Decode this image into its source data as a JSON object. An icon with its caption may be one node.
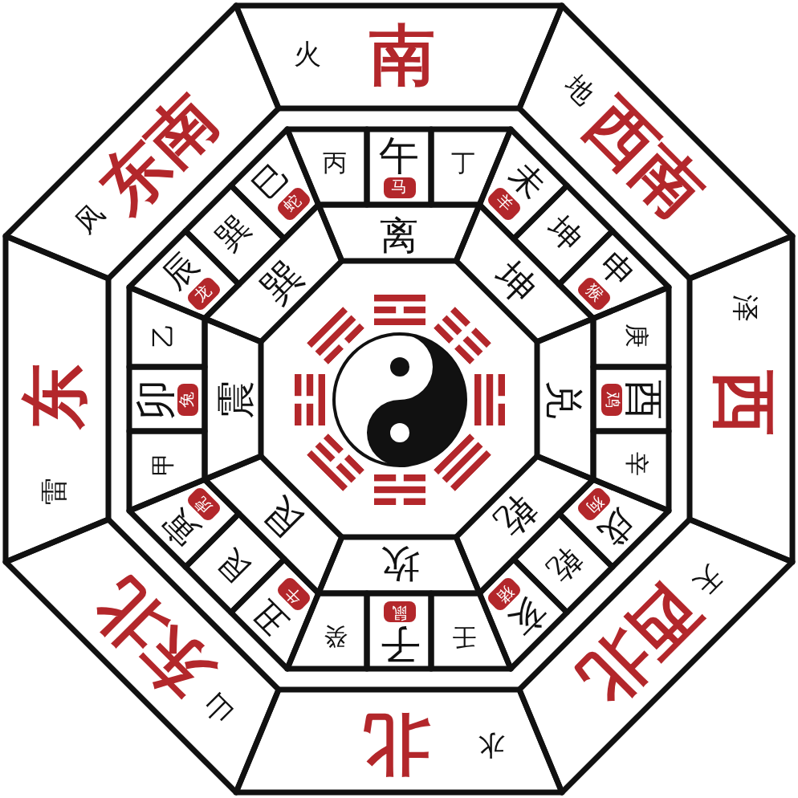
{
  "diagram": {
    "nodes": [
      {
        "text": [
          "火",
          "南"
        ]
      },
      {
        "text": [
          "地",
          "西南"
        ]
      },
      {
        "text": [
          "泽",
          "西"
        ]
      },
      {
        "text": [
          "天",
          "西北"
        ]
      },
      {
        "text": [
          "水",
          "北"
        ]
      },
      {
        "text": [
          "山",
          "东北"
        ]
      },
      {
        "text": [
          "雷",
          "东"
        ]
      },
      {
        "text": [
          "风",
          "东南"
        ]
      },
      {
        "text": [
          "丙"
        ]
      },
      {
        "text": [
          "午"
        ]
      },
      {
        "text": [
          "马"
        ],
        "in": 9
      },
      {
        "text": [
          "丁"
        ]
      },
      {
        "text": [
          "未"
        ]
      },
      {
        "text": [
          "羊"
        ],
        "in": 12
      },
      {
        "text": [
          "坤"
        ]
      },
      {
        "text": [
          "申"
        ]
      },
      {
        "text": [
          "猴"
        ],
        "in": 15
      },
      {
        "text": [
          "庚"
        ]
      },
      {
        "text": [
          "酉"
        ]
      },
      {
        "text": [
          "鸡"
        ],
        "in": 18
      },
      {
        "text": [
          "辛"
        ]
      },
      {
        "text": [
          "戌"
        ]
      },
      {
        "text": [
          "狗"
        ],
        "in": 21
      },
      {
        "text": [
          "乾"
        ]
      },
      {
        "text": [
          "亥"
        ]
      },
      {
        "text": [
          "猪"
        ],
        "in": 24
      },
      {
        "text": [
          "壬"
        ]
      },
      {
        "text": [
          "子"
        ]
      },
      {
        "text": [
          "鼠"
        ],
        "in": 27
      },
      {
        "text": [
          "癸"
        ]
      },
      {
        "text": [
          "丑"
        ]
      },
      {
        "text": [
          "牛"
        ],
        "in": 30
      },
      {
        "text": [
          "艮"
        ]
      },
      {
        "text": [
          "寅"
        ]
      },
      {
        "text": [
          "虎"
        ],
        "in": 33
      },
      {
        "text": [
          "甲"
        ]
      },
      {
        "text": [
          "卯"
        ]
      },
      {
        "text": [
          "兔"
        ],
        "in": 36
      },
      {
        "text": [
          "乙"
        ]
      },
      {
        "text": [
          "辰"
        ]
      },
      {
        "text": [
          "龙"
        ],
        "in": 39
      },
      {
        "text": [
          "巽"
        ]
      },
      {
        "text": [
          "巳"
        ]
      },
      {
        "text": [
          "蛇"
        ],
        "in": 42
      },
      {
        "text": [
          "离"
        ]
      },
      {
        "text": [
          "坤"
        ]
      },
      {
        "text": [
          "兑"
        ]
      },
      {
        "text": [
          "乾"
        ]
      },
      {
        "text": [
          "坎"
        ]
      },
      {
        "text": [
          "艮"
        ]
      },
      {
        "text": [
          "震"
        ]
      },
      {
        "text": [
          "巽"
        ]
      }
    ]
  }
}
